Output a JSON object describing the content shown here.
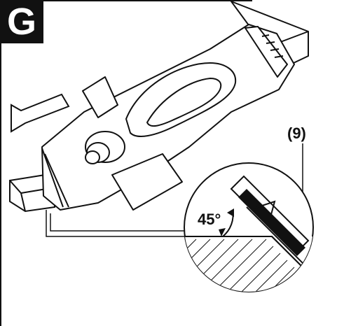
{
  "figure": {
    "label": "G",
    "callout": "(9)",
    "angle": "45°"
  },
  "icons": {
    "arrow": "arrow-left-icon",
    "tool": "power-planer-icon",
    "detail": "bevel-detail-magnifier-icon"
  }
}
